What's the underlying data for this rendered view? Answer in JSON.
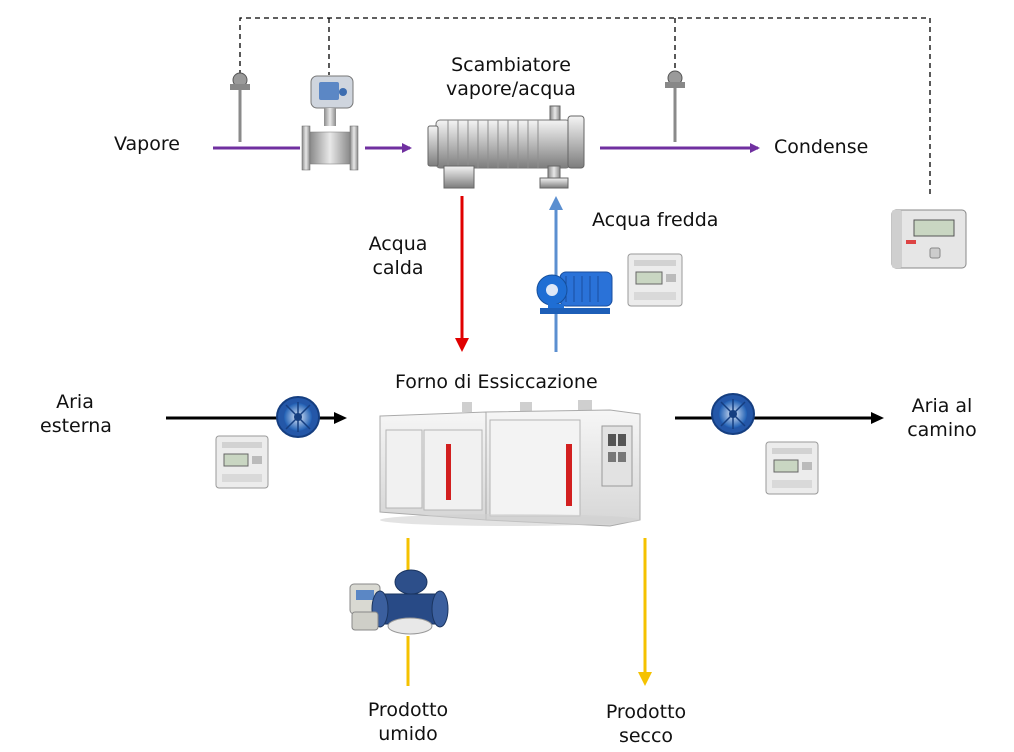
{
  "labels": {
    "vapore": "Vapore",
    "scambiatore_line1": "Scambiatore",
    "scambiatore_line2": "vapore/acqua",
    "condense": "Condense",
    "acqua_calda_line1": "Acqua",
    "acqua_calda_line2": "calda",
    "acqua_fredda": "Acqua fredda",
    "forno": "Forno di Essiccazione",
    "aria_esterna_line1": "Aria",
    "aria_esterna_line2": "esterna",
    "aria_camino_line1": "Aria al",
    "aria_camino_line2": "camino",
    "prodotto_umido_line1": "Prodotto",
    "prodotto_umido_line2": "umido",
    "prodotto_secco_line1": "Prodotto",
    "prodotto_secco_line2": "secco"
  },
  "colors": {
    "steam": "#7030a0",
    "hot_water": "#e00000",
    "cold_water": "#5b8fd0",
    "air": "#000000",
    "product": "#f5c200",
    "signal": "#000000",
    "oven_body": "#e9e9e9",
    "oven_door_accent": "#d21f1f",
    "fan_blue": "#1f5fb4",
    "pump_blue": "#1f6ed4"
  },
  "icons": [
    "temperature-sensor-icon",
    "vortex-flowmeter-icon",
    "shell-tube-heat-exchanger-icon",
    "heat-meter-icon",
    "centrifugal-pump-icon",
    "energy-meter-icon",
    "axial-fan-icon",
    "industrial-oven-icon",
    "electromagnetic-flowmeter-icon"
  ]
}
